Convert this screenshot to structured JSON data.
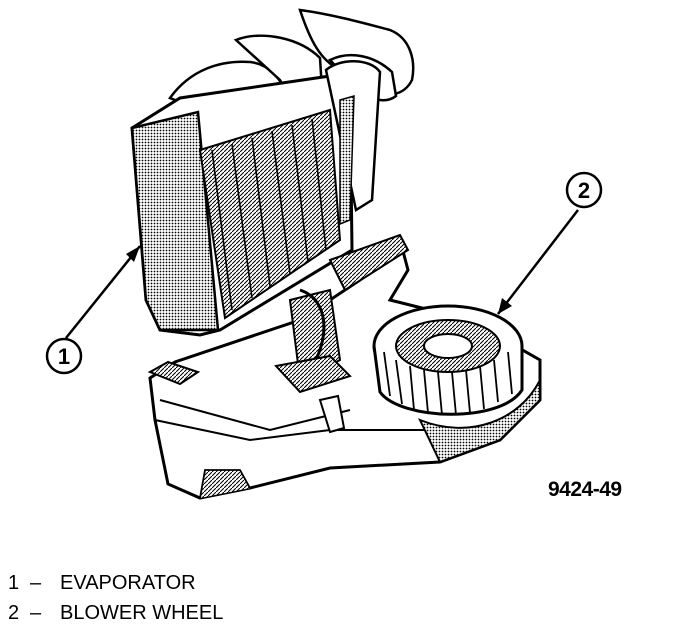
{
  "callouts": [
    {
      "number": "1"
    },
    {
      "number": "2"
    }
  ],
  "figure_id": "9424-49",
  "legend": [
    {
      "number": "1",
      "dash": "–",
      "label": "EVAPORATOR"
    },
    {
      "number": "2",
      "dash": "–",
      "label": "BLOWER WHEEL"
    }
  ]
}
